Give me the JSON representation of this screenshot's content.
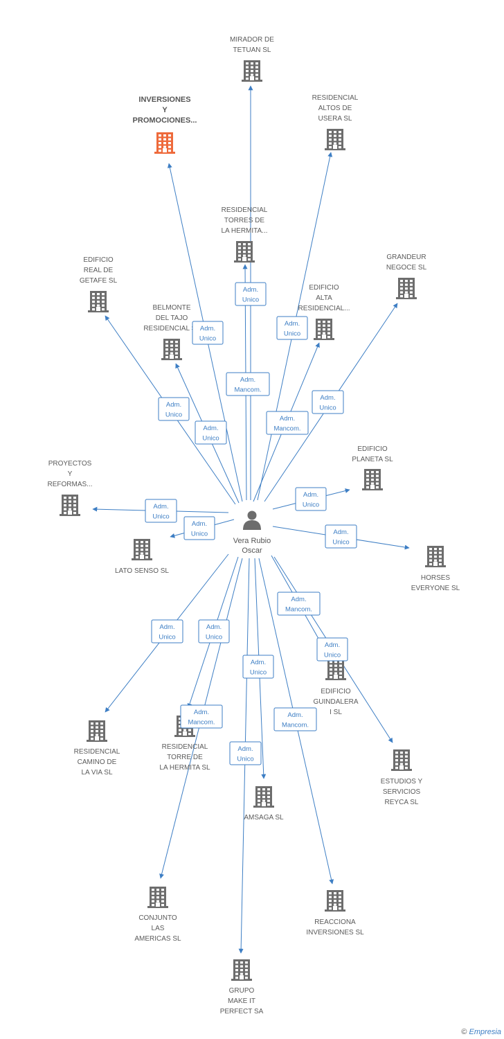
{
  "colors": {
    "building": "#6d6d6d",
    "building_highlight": "#ee6a3b",
    "edge": "#3d7ec4",
    "role_border": "#3d7ec4",
    "role_text": "#3d7ec4",
    "person": "#6d6d6d"
  },
  "person": {
    "name_line1": "Vera Rubio",
    "name_line2": "Oscar",
    "icon": "person-icon"
  },
  "companies": [
    {
      "id": "mirador",
      "lines": [
        "MIRADOR DE",
        "TETUAN SL"
      ],
      "icon": "building-icon"
    },
    {
      "id": "inversiones",
      "lines": [
        "INVERSIONES",
        "Y",
        "PROMOCIONES..."
      ],
      "icon": "building-icon",
      "highlight": true
    },
    {
      "id": "altos",
      "lines": [
        "RESIDENCIAL",
        "ALTOS DE",
        "USERA SL"
      ],
      "icon": "building-icon"
    },
    {
      "id": "torres",
      "lines": [
        "RESIDENCIAL",
        "TORRES DE",
        "LA HERMITA..."
      ],
      "icon": "building-icon"
    },
    {
      "id": "grandeur",
      "lines": [
        "GRANDEUR",
        "NEGOCE SL"
      ],
      "icon": "building-icon"
    },
    {
      "id": "getafe",
      "lines": [
        "EDIFICIO",
        "REAL DE",
        "GETAFE SL"
      ],
      "icon": "building-icon"
    },
    {
      "id": "alta",
      "lines": [
        "EDIFICIO",
        "ALTA",
        "RESIDENCIAL..."
      ],
      "icon": "building-icon"
    },
    {
      "id": "belmonte",
      "lines": [
        "BELMONTE",
        "DEL TAJO",
        "RESIDENCIAL SL"
      ],
      "icon": "building-icon"
    },
    {
      "id": "planeta",
      "lines": [
        "EDIFICIO",
        "PLANETA SL"
      ],
      "icon": "building-icon"
    },
    {
      "id": "proyectos",
      "lines": [
        "PROYECTOS",
        "Y",
        "REFORMAS..."
      ],
      "icon": "building-icon"
    },
    {
      "id": "lato",
      "lines": [
        "LATO SENSO SL"
      ],
      "icon": "building-icon"
    },
    {
      "id": "horses",
      "lines": [
        "HORSES",
        "EVERYONE SL"
      ],
      "icon": "building-icon"
    },
    {
      "id": "guindalera",
      "lines": [
        "EDIFICIO",
        "GUINDALERA",
        "I SL"
      ],
      "icon": "building-icon"
    },
    {
      "id": "camino",
      "lines": [
        "RESIDENCIAL",
        "CAMINO DE",
        "LA VIA SL"
      ],
      "icon": "building-icon"
    },
    {
      "id": "torre",
      "lines": [
        "RESIDENCIAL",
        "TORRE DE",
        "LA HERMITA SL"
      ],
      "icon": "building-icon"
    },
    {
      "id": "estudios",
      "lines": [
        "ESTUDIOS Y",
        "SERVICIOS",
        "REYCA SL"
      ],
      "icon": "building-icon"
    },
    {
      "id": "amsaga",
      "lines": [
        "AMSAGA SL"
      ],
      "icon": "building-icon"
    },
    {
      "id": "conjunto",
      "lines": [
        "CONJUNTO",
        "LAS",
        "AMERICAS SL"
      ],
      "icon": "building-icon"
    },
    {
      "id": "reacciona",
      "lines": [
        "REACCIONA",
        "INVERSIONES SL"
      ],
      "icon": "building-icon"
    },
    {
      "id": "grupo",
      "lines": [
        "GRUPO",
        "MAKE IT",
        "PERFECT SA"
      ],
      "icon": "building-icon"
    }
  ],
  "roles": [
    {
      "target": "torres",
      "lines": [
        "Adm.",
        "Unico"
      ]
    },
    {
      "target": "inversiones",
      "lines": [
        "Adm.",
        "Unico"
      ]
    },
    {
      "target": "altos",
      "lines": [
        "Adm.",
        "Unico"
      ]
    },
    {
      "target": "mirador",
      "lines": [
        "Adm.",
        "Mancom."
      ]
    },
    {
      "target": "grandeur",
      "lines": [
        "Adm.",
        "Unico"
      ]
    },
    {
      "target": "getafe",
      "lines": [
        "Adm.",
        "Unico"
      ]
    },
    {
      "target": "alta",
      "lines": [
        "Adm.",
        "Mancom."
      ]
    },
    {
      "target": "belmonte",
      "lines": [
        "Adm.",
        "Unico"
      ]
    },
    {
      "target": "planeta",
      "lines": [
        "Adm.",
        "Unico"
      ]
    },
    {
      "target": "proyectos",
      "lines": [
        "Adm.",
        "Unico"
      ]
    },
    {
      "target": "lato",
      "lines": [
        "Adm.",
        "Unico"
      ]
    },
    {
      "target": "horses",
      "lines": [
        "Adm.",
        "Unico"
      ]
    },
    {
      "target": "guindalera",
      "lines": [
        "Adm.",
        "Mancom."
      ]
    },
    {
      "target": "estudios",
      "lines": [
        "Adm.",
        "Unico"
      ]
    },
    {
      "target": "camino",
      "lines": [
        "Adm.",
        "Unico"
      ]
    },
    {
      "target": "torre",
      "lines": [
        "Adm.",
        "Unico"
      ]
    },
    {
      "target": "amsaga",
      "lines": [
        "Adm.",
        "Unico"
      ]
    },
    {
      "target": "conjunto",
      "lines": [
        "Adm.",
        "Mancom."
      ]
    },
    {
      "target": "reacciona",
      "lines": [
        "Adm.",
        "Mancom."
      ]
    },
    {
      "target": "grupo",
      "lines": [
        "Adm.",
        "Unico"
      ]
    }
  ],
  "footer": {
    "copyright": "©",
    "brand": "Empresia"
  }
}
